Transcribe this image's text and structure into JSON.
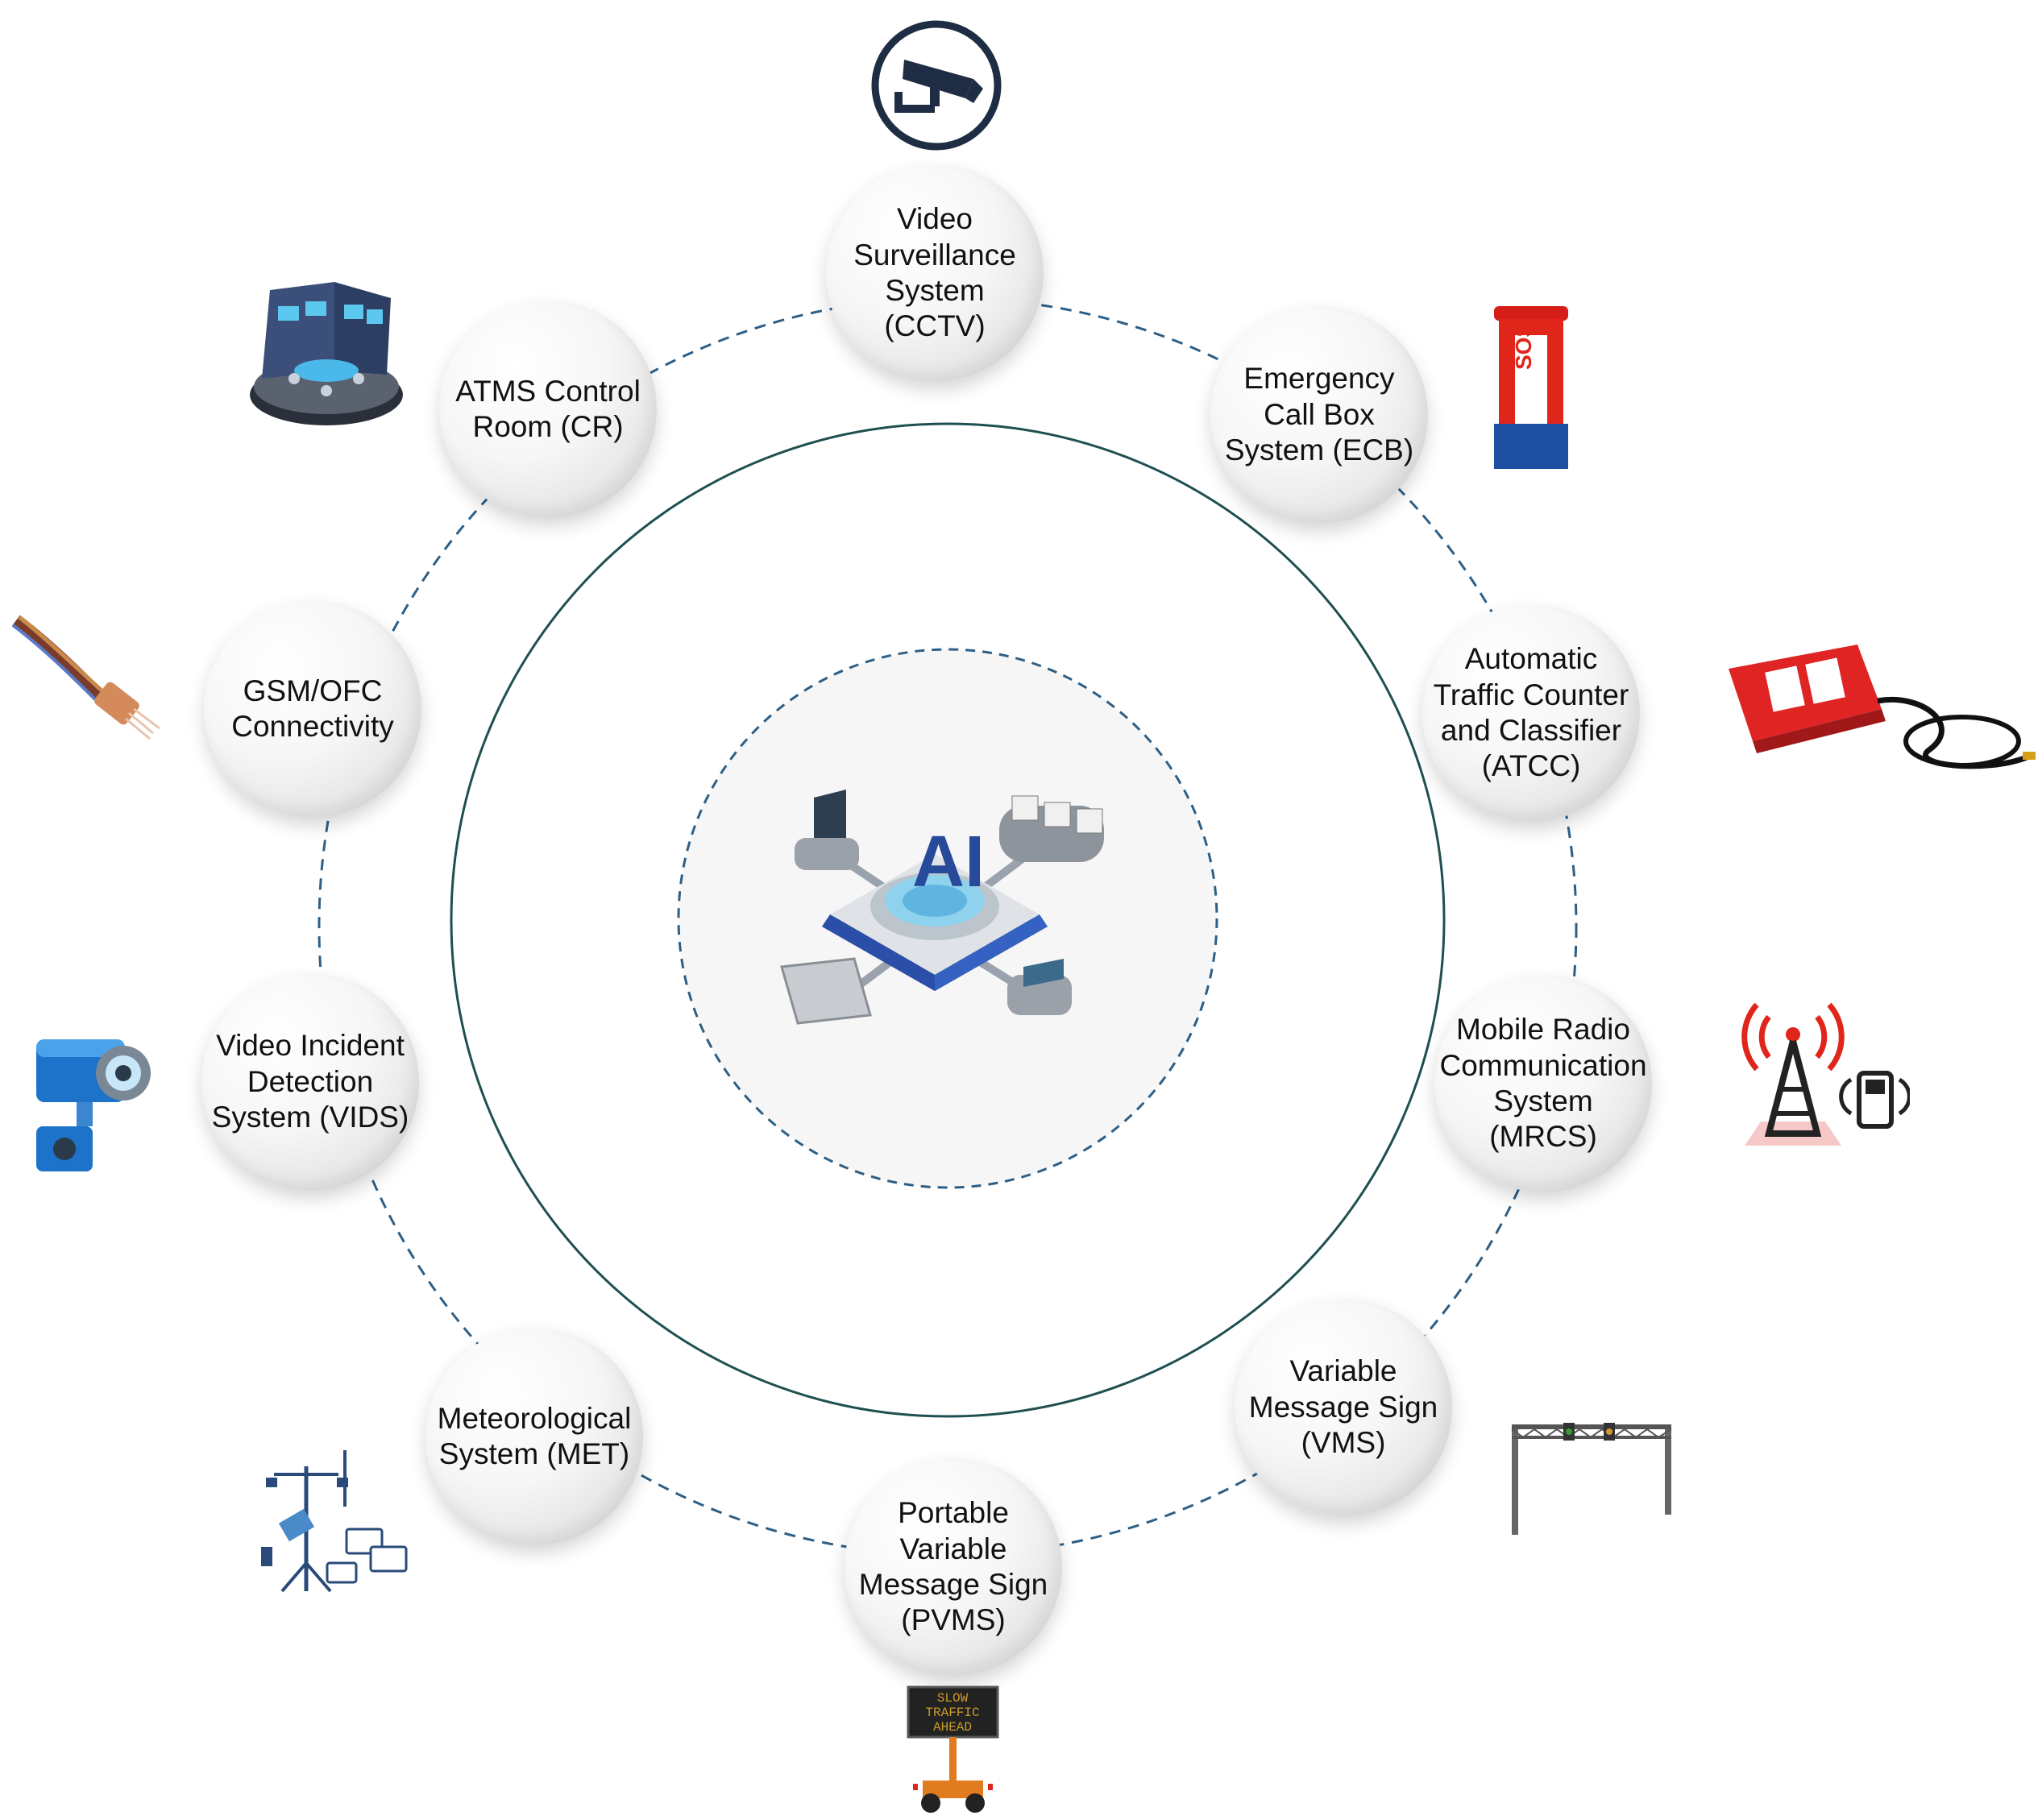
{
  "nodes": {
    "cctv": {
      "label": "Video Surveillance System (CCTV)",
      "icon": "cctv-camera-icon"
    },
    "ecb": {
      "label": "Emergency Call Box System (ECB)",
      "icon": "sos-call-box-icon"
    },
    "atcc": {
      "label": "Automatic Traffic Counter and Classifier (ATCC)",
      "icon": "traffic-counter-device-icon"
    },
    "mrcs": {
      "label": "Mobile Radio Communication System (MRCS)",
      "icon": "radio-tower-phone-icon"
    },
    "vms": {
      "label": "Variable Message Sign (VMS)",
      "icon": "overhead-gantry-sign-icon"
    },
    "pvms": {
      "label": "Portable Variable Message Sign (PVMS)",
      "icon": "portable-message-trailer-icon"
    },
    "met": {
      "label": "Meteorological System (MET)",
      "icon": "weather-station-icon"
    },
    "vids": {
      "label": "Video Incident Detection System (VIDS)",
      "icon": "detection-camera-icon"
    },
    "gsm": {
      "label": "GSM/OFC Connectivity",
      "icon": "fiber-cable-icon"
    },
    "cr": {
      "label": "ATMS Control Room (CR)",
      "icon": "control-room-icon"
    }
  },
  "center": {
    "icon": "ai-hub-icon",
    "text": "AI"
  },
  "pvms_sign_lines": [
    "SLOW",
    "TRAFFIC",
    "AHEAD"
  ],
  "ecb_sign_text": "SOS",
  "colors": {
    "dashed_ring": "#2d5f86",
    "solid_ring": "#1f4f4f",
    "icon_navy": "#1f2d44",
    "red": "#e0261b",
    "blue": "#1e4fa1"
  }
}
